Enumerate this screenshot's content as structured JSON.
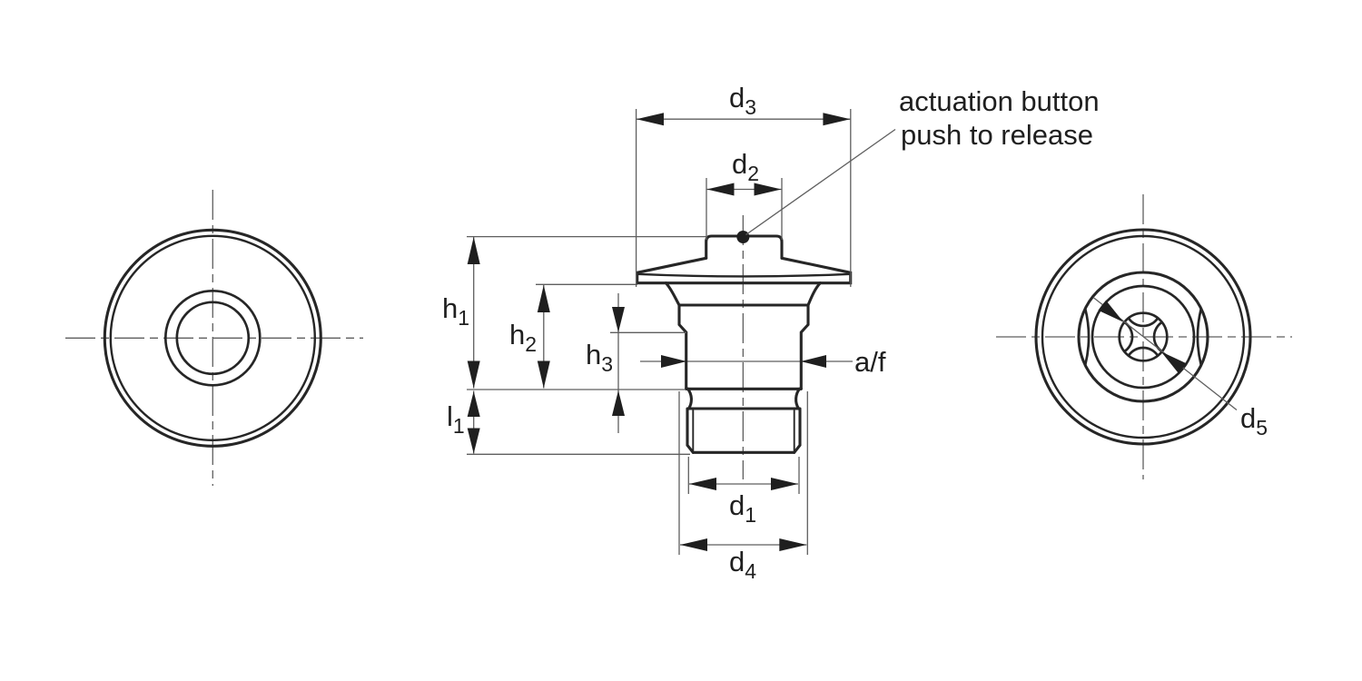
{
  "drawing": {
    "title": "release pin technical drawing",
    "annotation": {
      "line1": "actuation button",
      "line2": "push to release"
    },
    "dimensions": {
      "d3": {
        "base": "d",
        "sub": "3"
      },
      "d2": {
        "base": "d",
        "sub": "2"
      },
      "d1": {
        "base": "d",
        "sub": "1"
      },
      "d4": {
        "base": "d",
        "sub": "4"
      },
      "d5": {
        "base": "d",
        "sub": "5"
      },
      "h1": {
        "base": "h",
        "sub": "1"
      },
      "h2": {
        "base": "h",
        "sub": "2"
      },
      "h3": {
        "base": "h",
        "sub": "3"
      },
      "l1": {
        "base": "l",
        "sub": "1"
      },
      "af": {
        "label": "a/f"
      }
    },
    "colors": {
      "background": "#ffffff",
      "outline": "#262626",
      "thin_line": "#5f5f5f",
      "arrow": "#1f1f1f",
      "text": "#1f1f1f"
    }
  }
}
